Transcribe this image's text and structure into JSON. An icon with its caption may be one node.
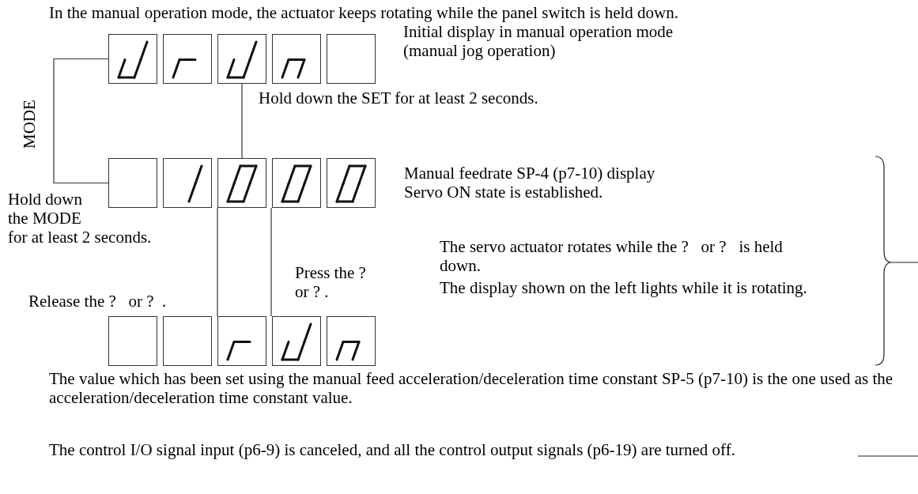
{
  "diagram": {
    "title": "In the manual operation mode, the actuator keeps rotating while the panel switch is held down.",
    "nodes": [
      {
        "text": [],
        "shape": "box",
        "beside": [
          "Initial display in manual operation mode",
          "(manual jog operation)"
        ]
      },
      {
        "text": [],
        "shape": "box",
        "beside": [
          "Manual feedrate SP-4 (p7-10) display",
          "Servo ON state is established."
        ]
      },
      {
        "text": [],
        "shape": "box"
      }
    ],
    "edges": [
      {
        "from": 0,
        "to": 1,
        "arrow": "none",
        "label": "Hold down the SET for at least 2 seconds."
      },
      {
        "from": 1,
        "to": 0,
        "arrow": "none",
        "label": "MODE"
      },
      {
        "from": 1,
        "to": 2,
        "arrow": "none",
        "label": "Release the ?   or ?  ."
      },
      {
        "from": 2,
        "to": 1,
        "arrow": "none",
        "label": "Press the ? or ?  ."
      }
    ],
    "labels": [
      "Hold down",
      "the MODE",
      "for at least 2 seconds.",
      "The servo actuator rotates while the ?   or ?   is held down.",
      "The display shown on the left lights while it is rotating.",
      "The value which has been set using the manual feed acceleration/deceleration time constant SP-5 (p7-10) is the one used as the acceleration/deceleration time constant value.",
      "The control I/O signal input (p6-9) is canceled, and all the control output signals (p6-19) are turned off."
    ]
  }
}
